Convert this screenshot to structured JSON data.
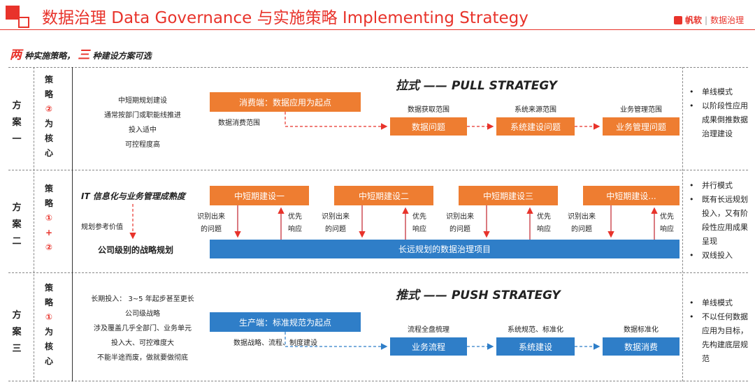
{
  "header": {
    "title": "数据治理 Data Governance 与实施策略 Implementing Strategy",
    "logo_brand": "帆软",
    "logo_text": "数据治理"
  },
  "subtitle": {
    "num1": "两",
    "text1": "种实施策略，",
    "num2": "三",
    "text2": "种建设方案可选"
  },
  "schemes": [
    {
      "label": [
        "方",
        "案",
        "一"
      ],
      "strategy": [
        "策",
        "略",
        "②",
        "为",
        "核",
        "心"
      ],
      "left_notes": [
        "中短期规划建设",
        "通常按部门或职能线推进",
        "投入适中",
        "可控程度高"
      ],
      "section_title": "拉式 —— PULL STRATEGY",
      "start_box": "消费端：数据应用为起点",
      "start_caption": "数据消费范围",
      "stages": [
        {
          "caption": "数据获取范围",
          "box": "数据问题"
        },
        {
          "caption": "系统来源范围",
          "box": "系统建设问题"
        },
        {
          "caption": "业务管理范围",
          "box": "业务管理问题"
        }
      ],
      "bullets": [
        "单线模式",
        "以阶段性应用成果倒推数据治理建设"
      ]
    },
    {
      "label": [
        "方",
        "案",
        "二"
      ],
      "strategy": [
        "策",
        "略",
        "①",
        "+",
        "②"
      ],
      "top_note": "IT 信息化与业务管理成熟度",
      "mid_note": "规划参考价值",
      "bottom_note": "公司级别的战略规划",
      "phases": [
        {
          "box": "中短期建设一",
          "left_caption": [
            "识别出来",
            "的问题"
          ],
          "right_caption": [
            "优先",
            "响应"
          ]
        },
        {
          "box": "中短期建设二",
          "left_caption": [
            "识别出来",
            "的问题"
          ],
          "right_caption": [
            "优先",
            "响应"
          ]
        },
        {
          "box": "中短期建设三",
          "left_caption": [
            "识别出来",
            "的问题"
          ],
          "right_caption": [
            "优先",
            "响应"
          ]
        },
        {
          "box": "中短期建设...",
          "left_caption": [
            "识别出来",
            "的问题"
          ],
          "right_caption": [
            "优先",
            "响应"
          ]
        }
      ],
      "long_box": "长远规划的数据治理项目",
      "bullets": [
        "并行模式",
        "既有长远规划投入，又有阶段性应用成果呈现",
        "双线投入"
      ]
    },
    {
      "label": [
        "方",
        "案",
        "三"
      ],
      "strategy": [
        "策",
        "略",
        "①",
        "为",
        "核",
        "心"
      ],
      "left_notes": [
        "长期投入： 3~5 年起步甚至更长",
        "公司级战略",
        "涉及覆盖几乎全部门、业务单元",
        "投入大、可控难度大",
        "不能半途而废，做就要做彻底"
      ],
      "section_title": "推式 —— PUSH STRATEGY",
      "start_box": "生产端：标准规范为起点",
      "start_caption": "数据战略、流程、制度建设",
      "stages": [
        {
          "caption": "流程全盘梳理",
          "box": "业务流程"
        },
        {
          "caption": "系统规范、标准化",
          "box": "系统建设"
        },
        {
          "caption": "数据标准化",
          "box": "数据消费"
        }
      ],
      "bullets": [
        "单线模式",
        "不以任何数据应用为目标，先构建底层规范"
      ]
    }
  ],
  "colors": {
    "accent": "#e8332b",
    "orange": "#ee7d31",
    "blue": "#2f7ec8"
  }
}
